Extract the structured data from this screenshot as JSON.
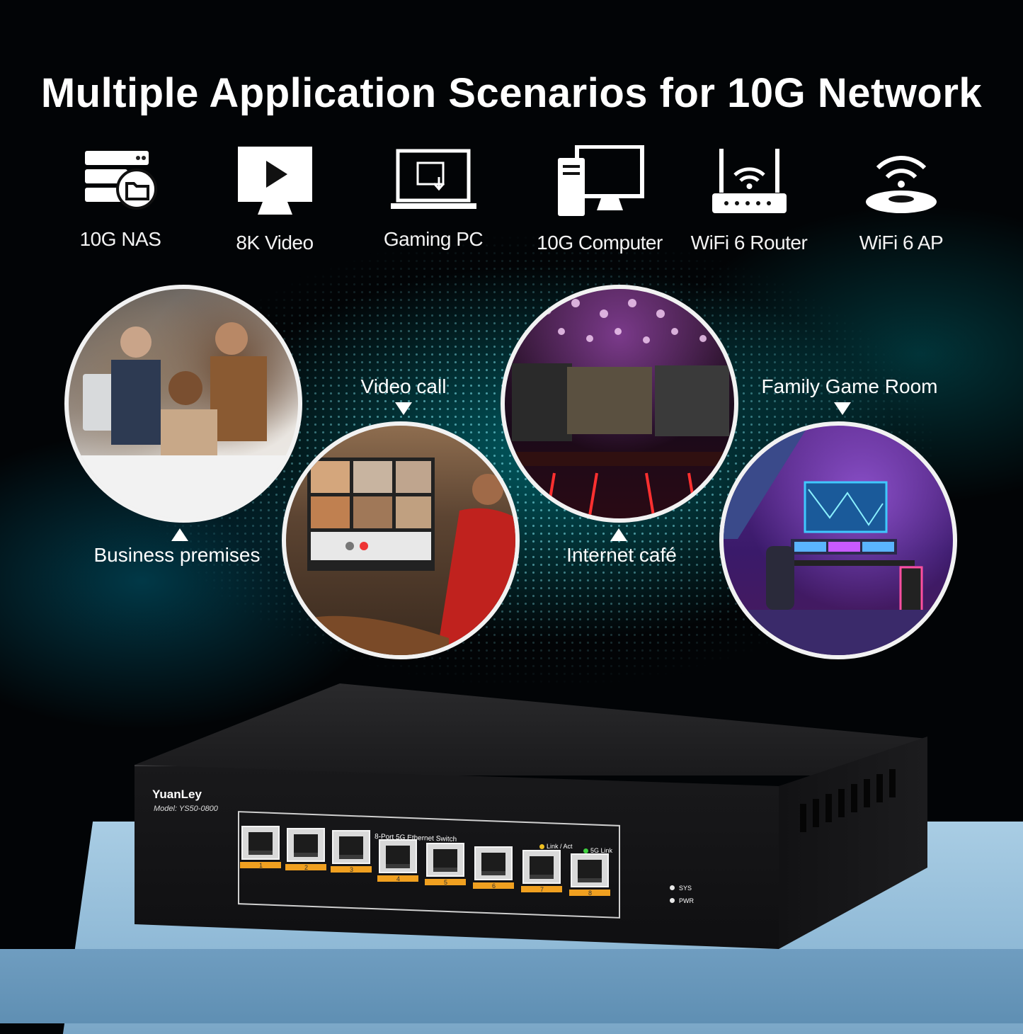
{
  "title": "Multiple Application Scenarios for 10G Network",
  "applications": [
    {
      "label": "10G NAS",
      "icon": "nas-server-icon"
    },
    {
      "label": "8K Video",
      "icon": "video-monitor-icon"
    },
    {
      "label": "Gaming PC",
      "icon": "gaming-laptop-icon"
    },
    {
      "label": "10G Computer",
      "icon": "desktop-computer-icon"
    },
    {
      "label": "WiFi 6 Router",
      "icon": "wifi-router-icon"
    },
    {
      "label": "WiFi 6 AP",
      "icon": "wifi-access-point-icon"
    }
  ],
  "scenarios": [
    {
      "label": "Business premises",
      "arrow": "up"
    },
    {
      "label": "Video call",
      "arrow": "down"
    },
    {
      "label": "Internet café",
      "arrow": "up"
    },
    {
      "label": "Family Game Room",
      "arrow": "down"
    }
  ],
  "device": {
    "brand": "YuanLey",
    "model": "Model: YS50-0800",
    "front_label": "8-Port 5G Ethernet Switch",
    "led_link_act": "Link / Act",
    "led_5g_link": "5G Link",
    "ports": [
      "1",
      "2",
      "3",
      "4",
      "5",
      "6",
      "7",
      "8"
    ],
    "status_sys": "SYS",
    "status_pwr": "PWR"
  },
  "colors": {
    "background": "#020406",
    "accent_teal": "#00a0aa",
    "port_bar": "#f0a020",
    "surface_blue": "#a9cde4"
  }
}
